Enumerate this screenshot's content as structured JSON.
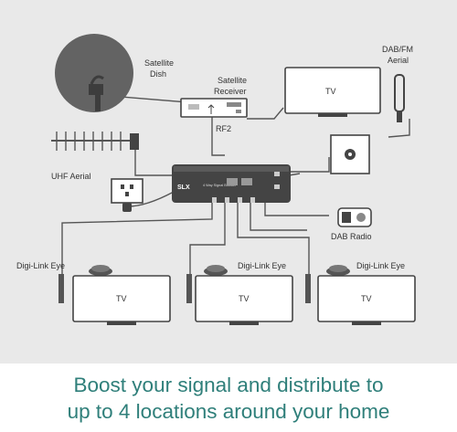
{
  "labels": {
    "satellite_dish": [
      "Satellite",
      "Dish"
    ],
    "satellite_receiver": [
      "Satellite",
      "Receiver"
    ],
    "dab_fm_aerial": [
      "DAB/FM",
      "Aerial"
    ],
    "uhf_aerial": "UHF Aerial",
    "rf2": "RF2",
    "dab_radio": "DAB Radio",
    "digi_link_eye": "Digi-Link Eye",
    "tv": "TV"
  },
  "amplifier": {
    "brand": "SLX",
    "model": "4 Way Signal Booster"
  },
  "caption": {
    "line1": "Boost your signal and distribute to",
    "line2": "up to 4 locations around your home"
  },
  "colors": {
    "diagram_bg": "#e9e9e9",
    "device_dark": "#444444",
    "caption_text": "#2f7f7a"
  }
}
